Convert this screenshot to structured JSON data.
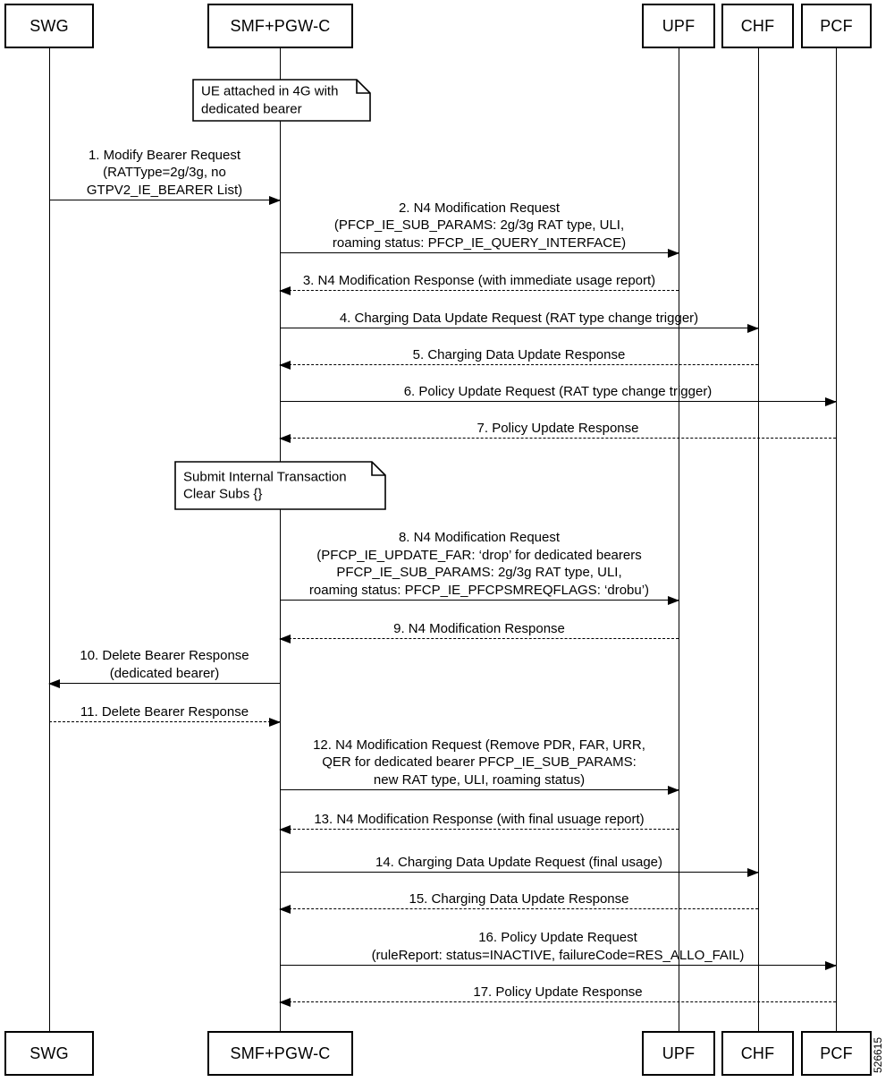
{
  "diagram": {
    "type": "sequence-diagram",
    "watermark": "526615"
  },
  "actors": [
    {
      "name": "SWG"
    },
    {
      "name": "SMF+PGW-C"
    },
    {
      "name": "UPF"
    },
    {
      "name": "CHF"
    },
    {
      "name": "PCF"
    }
  ],
  "notes": [
    {
      "text": "UE attached in 4G with\ndedicated bearer"
    },
    {
      "text": "Submit Internal Transaction\nClear Subs {}"
    }
  ],
  "messages": [
    {
      "num": 1,
      "from": "SWG",
      "to": "SMF+PGW-C",
      "line": "solid",
      "label": "1. Modify Bearer Request\n(RATType=2g/3g, no\nGTPV2_IE_BEARER List)"
    },
    {
      "num": 2,
      "from": "SMF+PGW-C",
      "to": "UPF",
      "line": "solid",
      "label": "2. N4 Modification Request\n(PFCP_IE_SUB_PARAMS: 2g/3g RAT type, ULI,\nroaming status: PFCP_IE_QUERY_INTERFACE)"
    },
    {
      "num": 3,
      "from": "UPF",
      "to": "SMF+PGW-C",
      "line": "dashed",
      "label": "3. N4 Modification Response (with immediate usage report)"
    },
    {
      "num": 4,
      "from": "SMF+PGW-C",
      "to": "CHF",
      "line": "solid",
      "label": "4. Charging Data Update Request (RAT type change trigger)"
    },
    {
      "num": 5,
      "from": "CHF",
      "to": "SMF+PGW-C",
      "line": "dashed",
      "label": "5. Charging Data Update Response"
    },
    {
      "num": 6,
      "from": "SMF+PGW-C",
      "to": "PCF",
      "line": "solid",
      "label": "6. Policy Update Request (RAT type change trigger)"
    },
    {
      "num": 7,
      "from": "PCF",
      "to": "SMF+PGW-C",
      "line": "dashed",
      "label": "7. Policy Update Response"
    },
    {
      "num": 8,
      "from": "SMF+PGW-C",
      "to": "UPF",
      "line": "solid",
      "label": "8. N4 Modification Request\n(PFCP_IE_UPDATE_FAR: ‘drop’ for dedicated bearers\nPFCP_IE_SUB_PARAMS: 2g/3g RAT type, ULI,\nroaming status: PFCP_IE_PFCPSMREQFLAGS: ‘drobu’)"
    },
    {
      "num": 9,
      "from": "UPF",
      "to": "SMF+PGW-C",
      "line": "dashed",
      "label": "9. N4 Modification Response"
    },
    {
      "num": 10,
      "from": "SMF+PGW-C",
      "to": "SWG",
      "line": "solid",
      "label": "10. Delete Bearer Response\n(dedicated bearer)"
    },
    {
      "num": 11,
      "from": "SWG",
      "to": "SMF+PGW-C",
      "line": "dashed",
      "label": "11. Delete Bearer Response"
    },
    {
      "num": 12,
      "from": "SMF+PGW-C",
      "to": "UPF",
      "line": "solid",
      "label": "12. N4 Modification Request (Remove PDR, FAR, URR,\nQER for dedicated bearer PFCP_IE_SUB_PARAMS:\nnew RAT type, ULI, roaming status)"
    },
    {
      "num": 13,
      "from": "UPF",
      "to": "SMF+PGW-C",
      "line": "dashed",
      "label": "13. N4 Modification Response (with final usuage report)"
    },
    {
      "num": 14,
      "from": "SMF+PGW-C",
      "to": "CHF",
      "line": "solid",
      "label": "14. Charging Data Update Request (final usage)"
    },
    {
      "num": 15,
      "from": "CHF",
      "to": "SMF+PGW-C",
      "line": "dashed",
      "label": "15. Charging Data Update Response"
    },
    {
      "num": 16,
      "from": "SMF+PGW-C",
      "to": "PCF",
      "line": "solid",
      "label": "16. Policy Update Request\n(ruleReport: status=INACTIVE, failureCode=RES_ALLO_FAIL)"
    },
    {
      "num": 17,
      "from": "PCF",
      "to": "SMF+PGW-C",
      "line": "dashed",
      "label": "17. Policy Update Response"
    }
  ]
}
